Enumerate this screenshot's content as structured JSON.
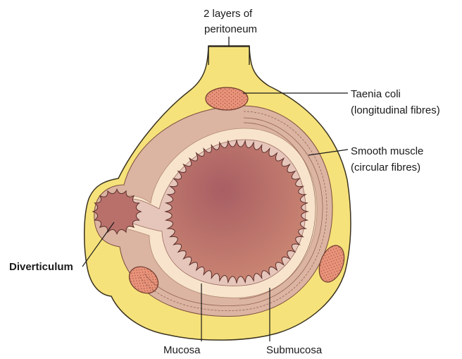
{
  "labels": {
    "peritoneum": [
      "2 layers of",
      "peritoneum"
    ],
    "taenia_coli": [
      "Taenia coli",
      "(longitudinal fibres)"
    ],
    "smooth_muscle": [
      "Smooth muscle",
      "(circular fibres)"
    ],
    "diverticulum": "Diverticulum",
    "mucosa": "Mucosa",
    "submucosa": "Submucosa"
  },
  "colors": {
    "serosa": "#f6e27a",
    "serosa_stroke": "#3a3320",
    "muscle": "#dcb4a2",
    "submucosa": "#f8e4cc",
    "mucosa_tissue": "#e6c6ba",
    "lumen": "#b9706b",
    "taenia": "#e8937a",
    "leader_line": "#1a1a1a"
  }
}
